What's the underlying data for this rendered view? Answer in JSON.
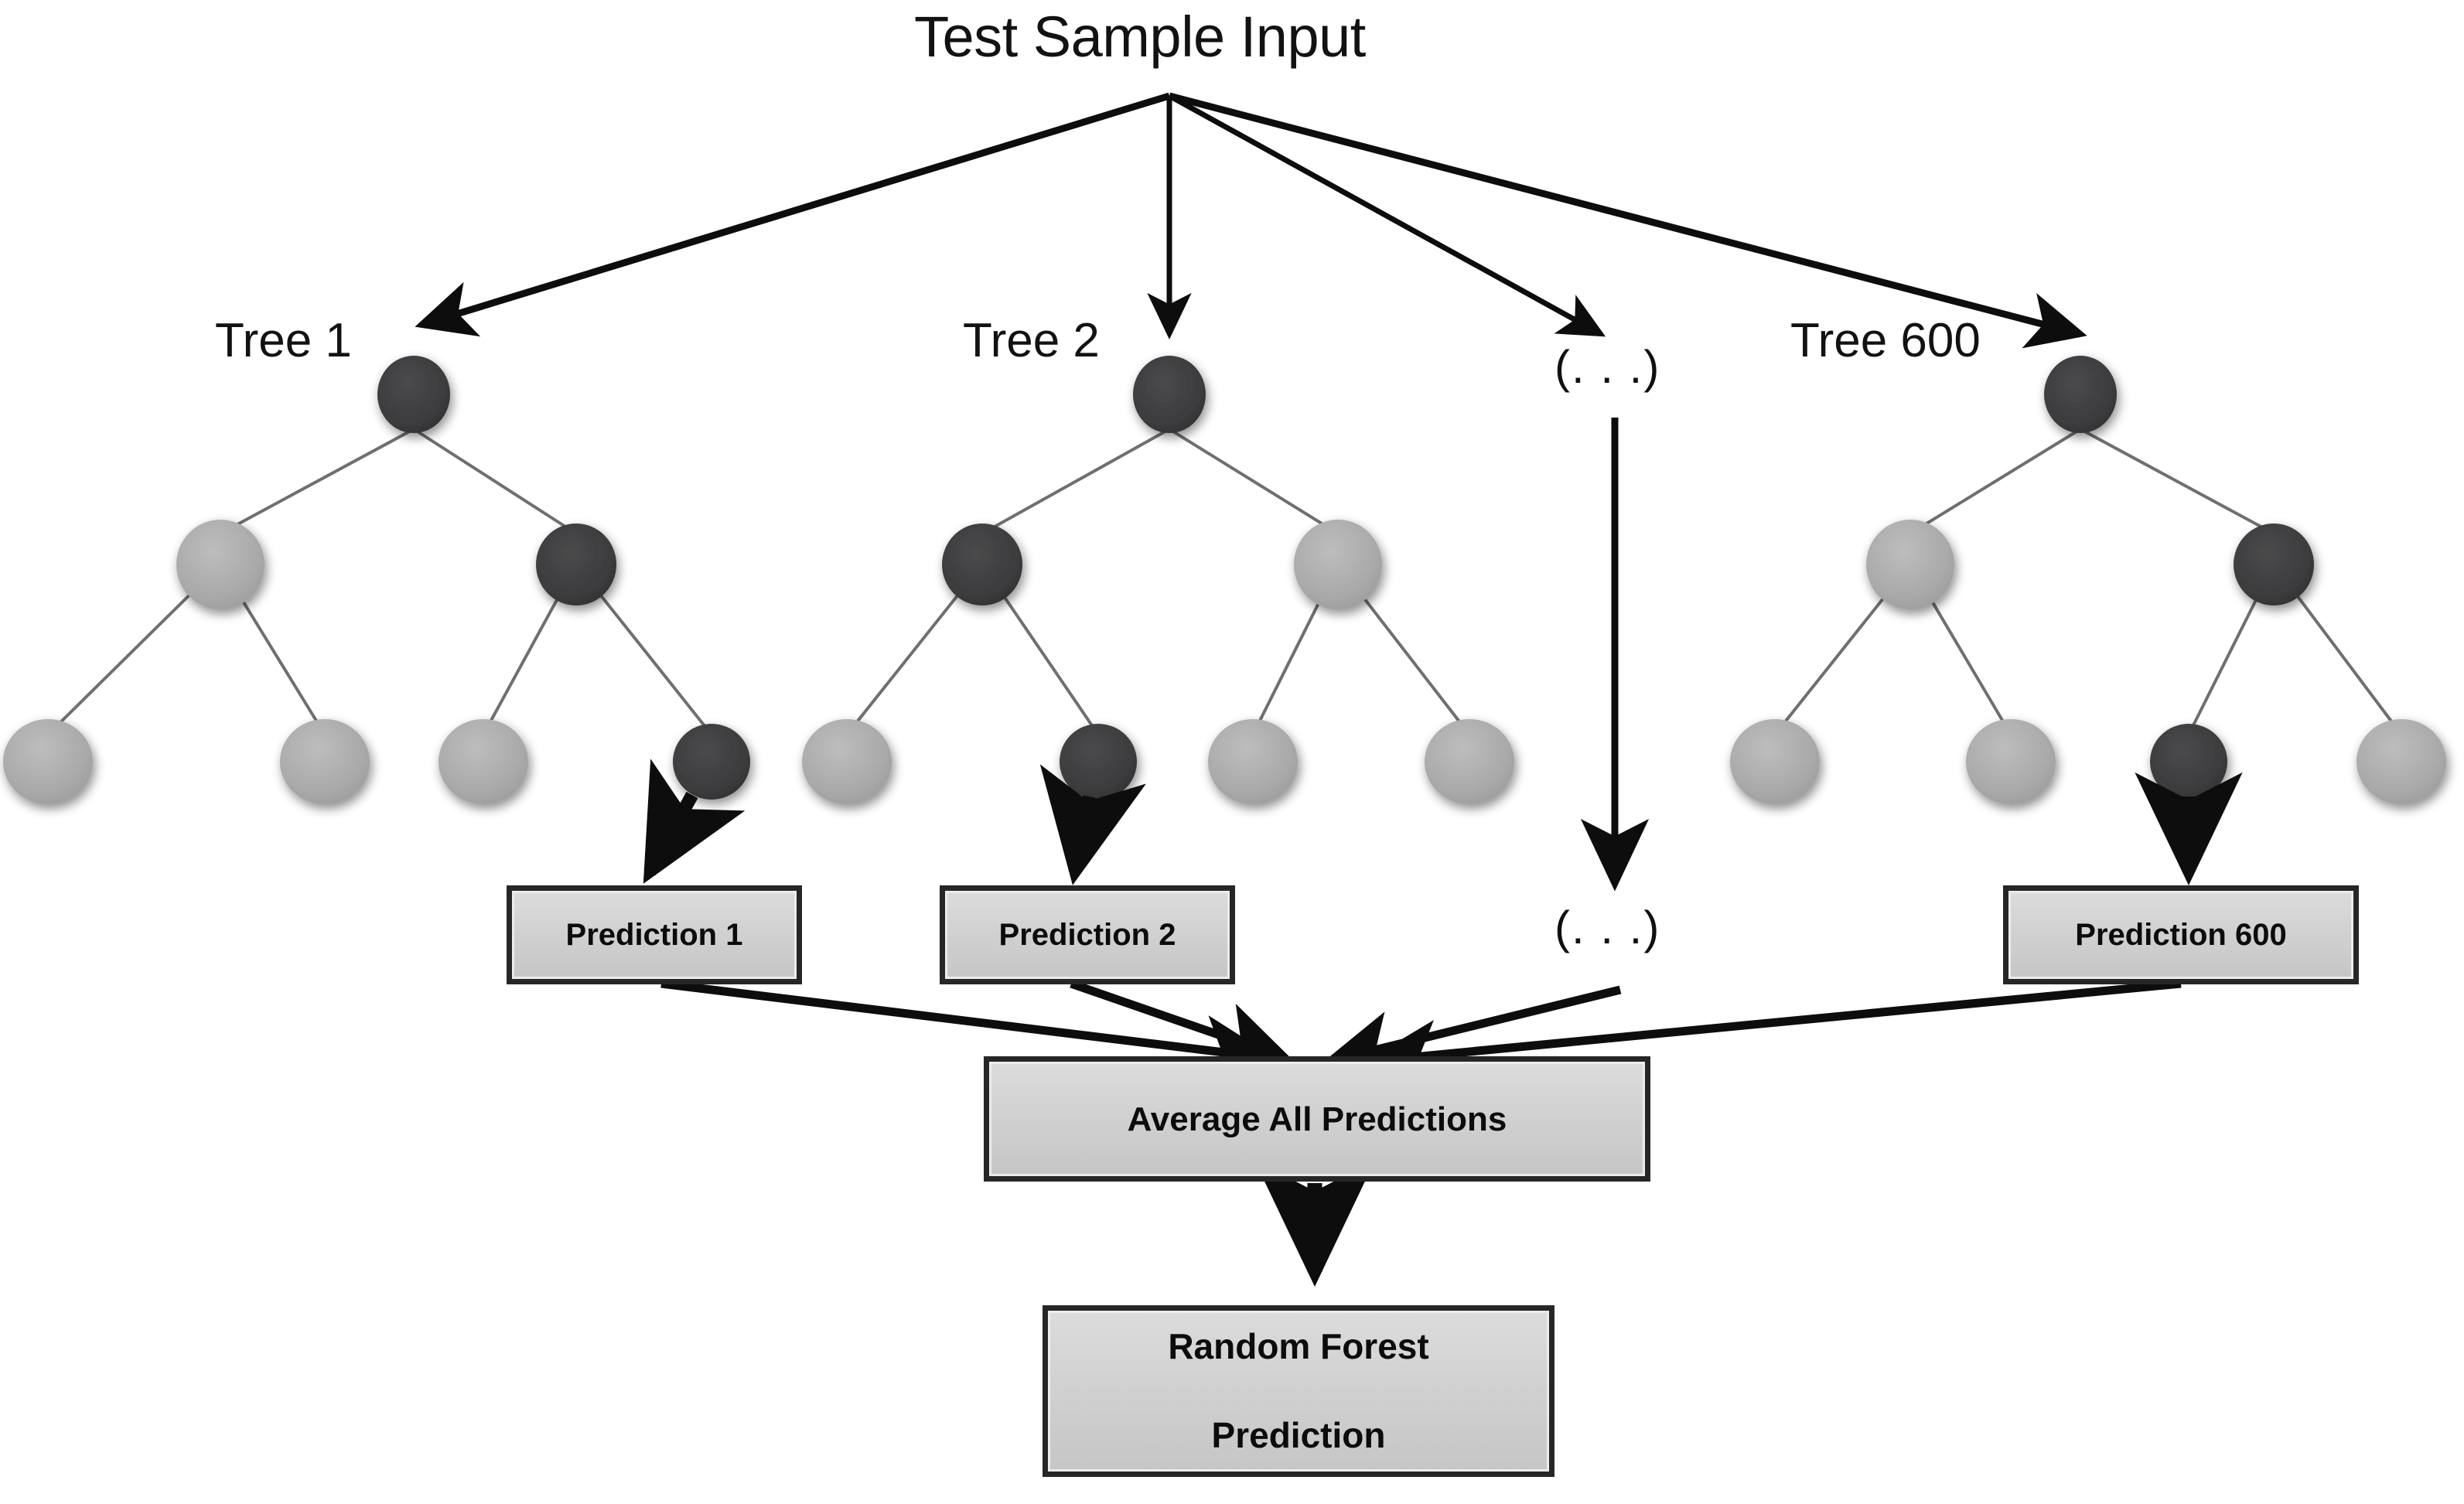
{
  "diagram": {
    "title": "Test Sample Input",
    "type": "random-forest-flow",
    "background": "#ffffff",
    "colors": {
      "node_dark": "#3a3a3c",
      "node_light": "#a8a8a8",
      "box_fill": "#d2d2d2",
      "box_border": "#262626",
      "arrow": "#0d0d0d",
      "edge": "#6f6f6f",
      "text": "#121212"
    }
  },
  "root_label": "Test Sample Input",
  "trees": [
    {
      "id": "tree-1",
      "label": "Tree 1",
      "prediction_label": "Prediction 1",
      "root_color": "dark",
      "level2": [
        "light",
        "dark"
      ],
      "leaves": [
        "light",
        "light",
        "light",
        "dark"
      ],
      "active_leaf_index": 3
    },
    {
      "id": "tree-2",
      "label": "Tree 2",
      "prediction_label": "Prediction 2",
      "root_color": "dark",
      "level2": [
        "dark",
        "light"
      ],
      "leaves": [
        "light",
        "dark",
        "light",
        "light"
      ],
      "active_leaf_index": 1
    },
    {
      "id": "tree-ellipsis",
      "label": "(. . .)",
      "prediction_label": "(. . .)",
      "root_color": null,
      "level2": [],
      "leaves": [],
      "active_leaf_index": null
    },
    {
      "id": "tree-600",
      "label": "Tree 600",
      "prediction_label": "Prediction 600",
      "root_color": "dark",
      "level2": [
        "light",
        "dark"
      ],
      "leaves": [
        "light",
        "light",
        "dark",
        "light"
      ],
      "active_leaf_index": 2
    }
  ],
  "aggregate": {
    "average_label": "Average All Predictions",
    "final_label_line1": "Random Forest",
    "final_label_line2": "Prediction"
  }
}
